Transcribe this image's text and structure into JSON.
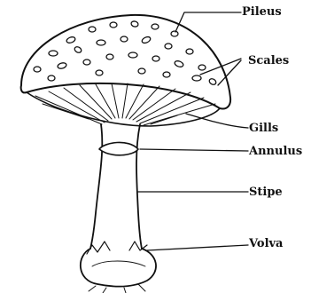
{
  "labels": {
    "pileus": "Pileus",
    "scales": "Scales",
    "gills": "Gills",
    "annulus": "Annulus",
    "stipe": "Stipe",
    "volva": "Volva"
  },
  "colors": {
    "ink": "#111111",
    "paper": "#ffffff"
  }
}
